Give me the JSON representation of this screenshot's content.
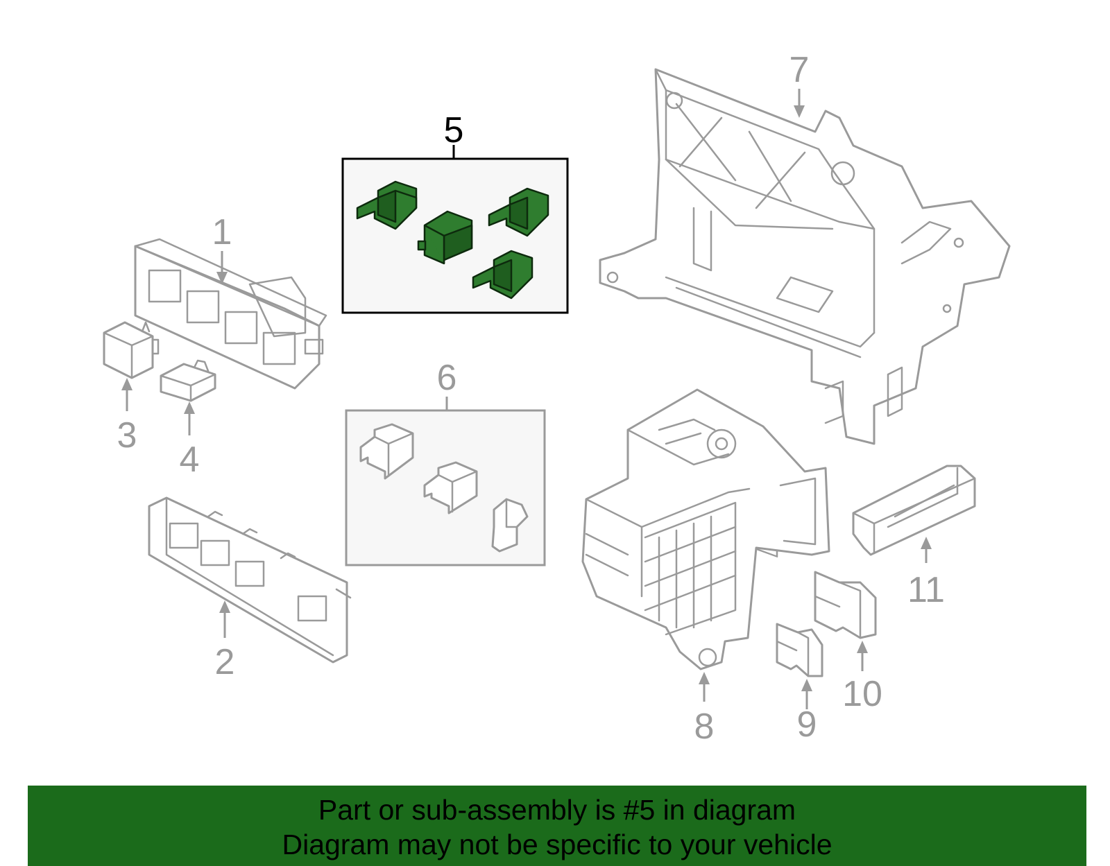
{
  "callouts": {
    "c1": "1",
    "c2": "2",
    "c3": "3",
    "c4": "4",
    "c5": "5",
    "c6": "6",
    "c7": "7",
    "c8": "8",
    "c9": "9",
    "c10": "10",
    "c11": "11"
  },
  "highlighted_part": "5",
  "colors": {
    "highlight": "#2f7d2f",
    "banner": "#1b6b1b",
    "linework": "#9a9a9a"
  },
  "banner": {
    "line1": "Part or sub-assembly is #5 in diagram",
    "line2": "Diagram may not be specific to your vehicle"
  }
}
